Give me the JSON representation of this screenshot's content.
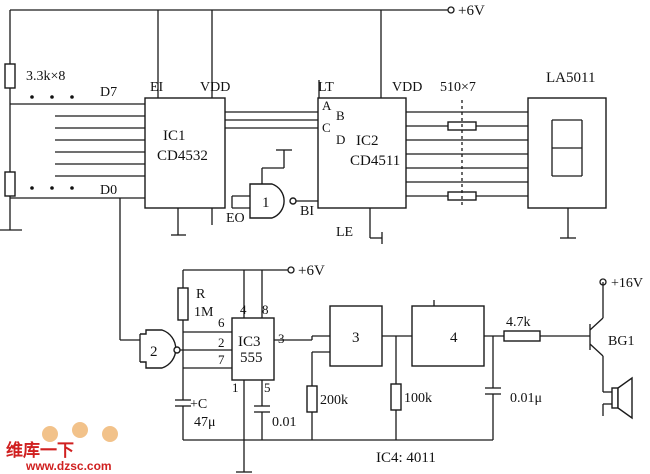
{
  "labels": {
    "vcc_top": "+6V",
    "pullup": "3.3k×8",
    "d7": "D7",
    "d0": "D0",
    "ei": "EI",
    "vdd1": "VDD",
    "ic1_name": "IC1",
    "ic1_part": "CD4532",
    "eo": "EO",
    "gate1": "1",
    "bi": "BI",
    "lt": "LT",
    "vdd2": "VDD",
    "pin_a": "A",
    "pin_b": "B",
    "pin_c": "C",
    "pin_d": "D",
    "ic2_name": "IC2",
    "ic2_part": "CD4511",
    "le": "LE",
    "res_array": "510×7",
    "display": "LA5011",
    "vcc_mid": "+6V",
    "r_label": "R",
    "r_value": "1M",
    "gate2": "2",
    "pin6": "6",
    "pin2": "2",
    "pin7": "7",
    "pin4": "4",
    "pin8": "8",
    "pin3": "3",
    "pin1": "1",
    "pin5": "5",
    "ic3_name": "IC3",
    "ic3_part": "555",
    "gate3": "3",
    "gate4": "4",
    "r200k": "200k",
    "r100k": "100k",
    "c_plus": "+C",
    "c_value": "47μ",
    "c001": "0.01",
    "c001u": "0.01μ",
    "r47k": "4.7k",
    "vcc16": "+16V",
    "bg1": "BG1",
    "ic4": "IC4: 4011",
    "watermark_cn": "维库一下",
    "watermark_url": "www.dzsc.com"
  },
  "colors": {
    "line": "#1a1a1a",
    "watermark_red": "#d02020",
    "watermark_orange": "#e8902a"
  }
}
